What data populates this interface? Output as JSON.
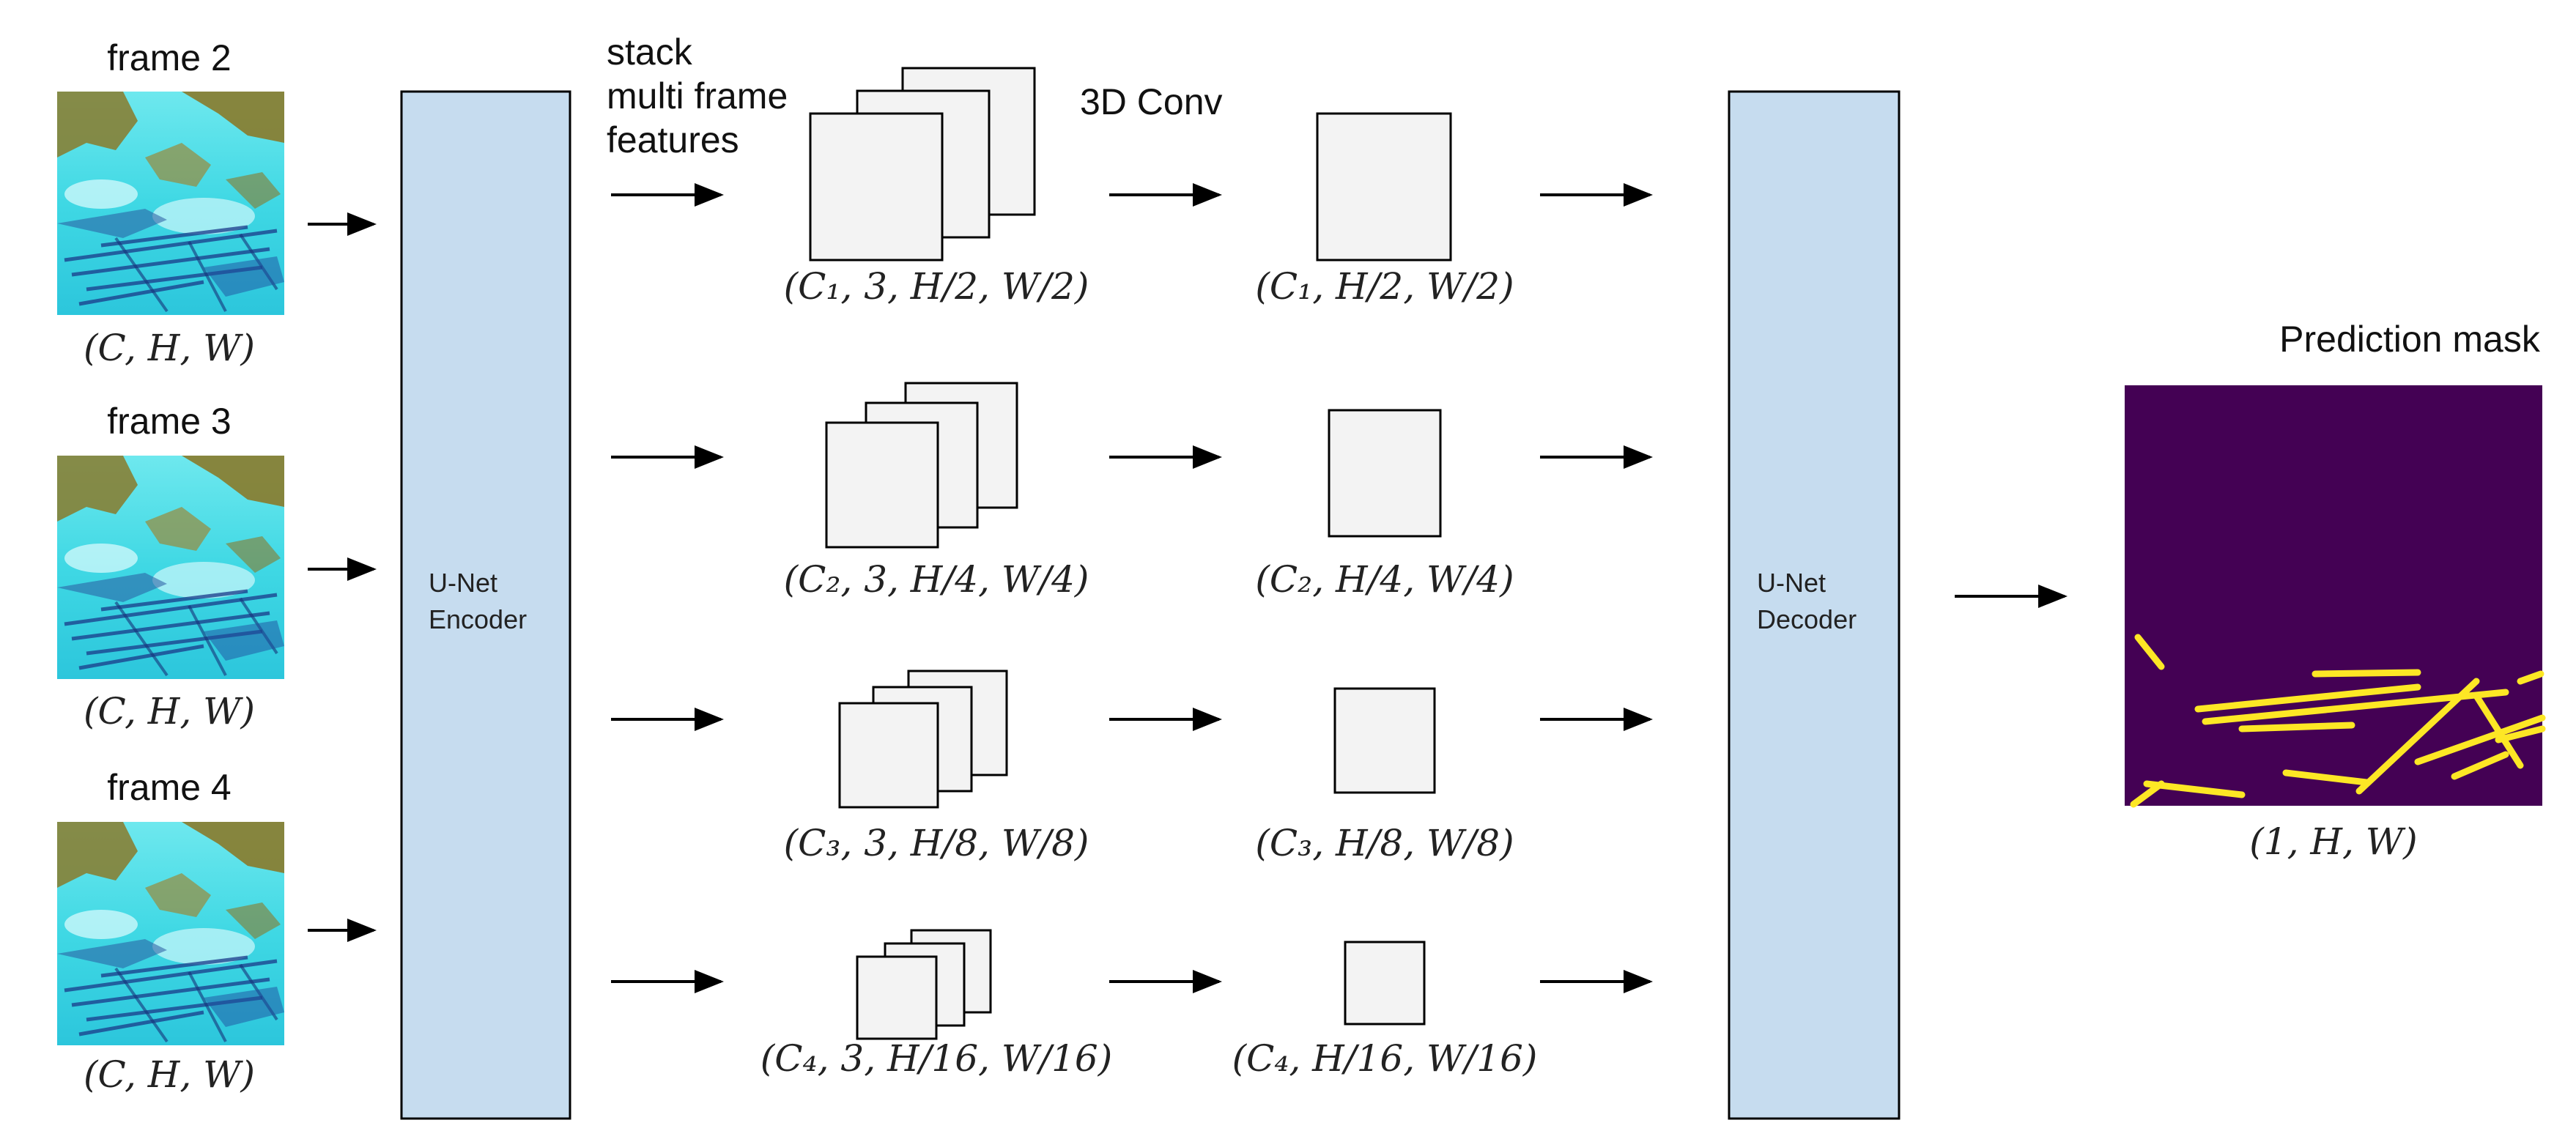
{
  "frames": [
    {
      "title": "frame 2",
      "shape": "(C, H, W)"
    },
    {
      "title": "frame 3",
      "shape": "(C, H, W)"
    },
    {
      "title": "frame 4",
      "shape": "(C, H, W)"
    }
  ],
  "encoder": {
    "line1": "U-Net",
    "line2": "Encoder"
  },
  "decoder": {
    "line1": "U-Net",
    "line2": "Decoder"
  },
  "stack_label": {
    "line1": "stack",
    "line2": "multi frame",
    "line3": "features"
  },
  "conv_label": "3D Conv",
  "levels": [
    {
      "stacked": "(C₁, 3, H/2, W/2)",
      "pooled": "(C₁, H/2, W/2)"
    },
    {
      "stacked": "(C₂, 3, H/4, W/4)",
      "pooled": "(C₂, H/4, W/4)"
    },
    {
      "stacked": "(C₃, 3, H/8, W/8)",
      "pooled": "(C₃, H/8, W/8)"
    },
    {
      "stacked": "(C₄, 3, H/16, W/16)",
      "pooled": "(C₄, H/16, W/16)"
    }
  ],
  "prediction": {
    "title": "Prediction mask",
    "shape": "(1, H, W)"
  },
  "colors": {
    "unet_box": "#c6dcef",
    "feature_map": "#f3f3f3",
    "mask_bg": "#440154",
    "mask_streak": "#fde725",
    "sat_cyan": "#40e0e8",
    "sat_olive": "#8a7a2a",
    "sat_blue": "#1a3a8a"
  }
}
